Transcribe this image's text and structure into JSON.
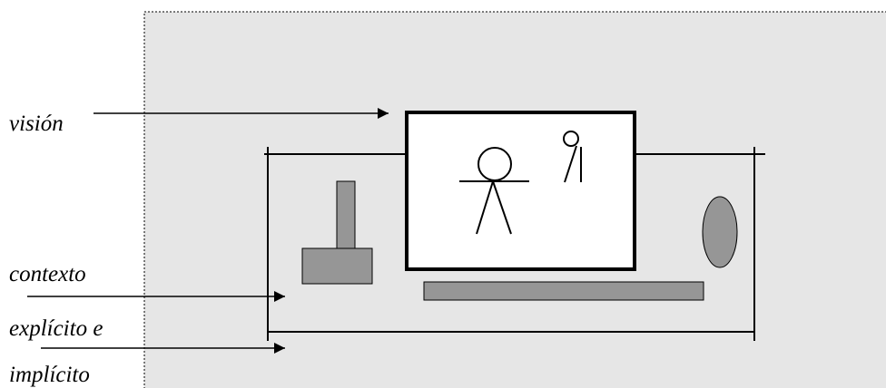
{
  "labels": {
    "vision": "visión",
    "contexto": "contexto",
    "explicito": "explícito e",
    "implicito": "implícito"
  },
  "colors": {
    "panel_background": "#e6e6e6",
    "object_fill": "#969696",
    "stroke": "#000000",
    "screen_fill": "#ffffff"
  }
}
